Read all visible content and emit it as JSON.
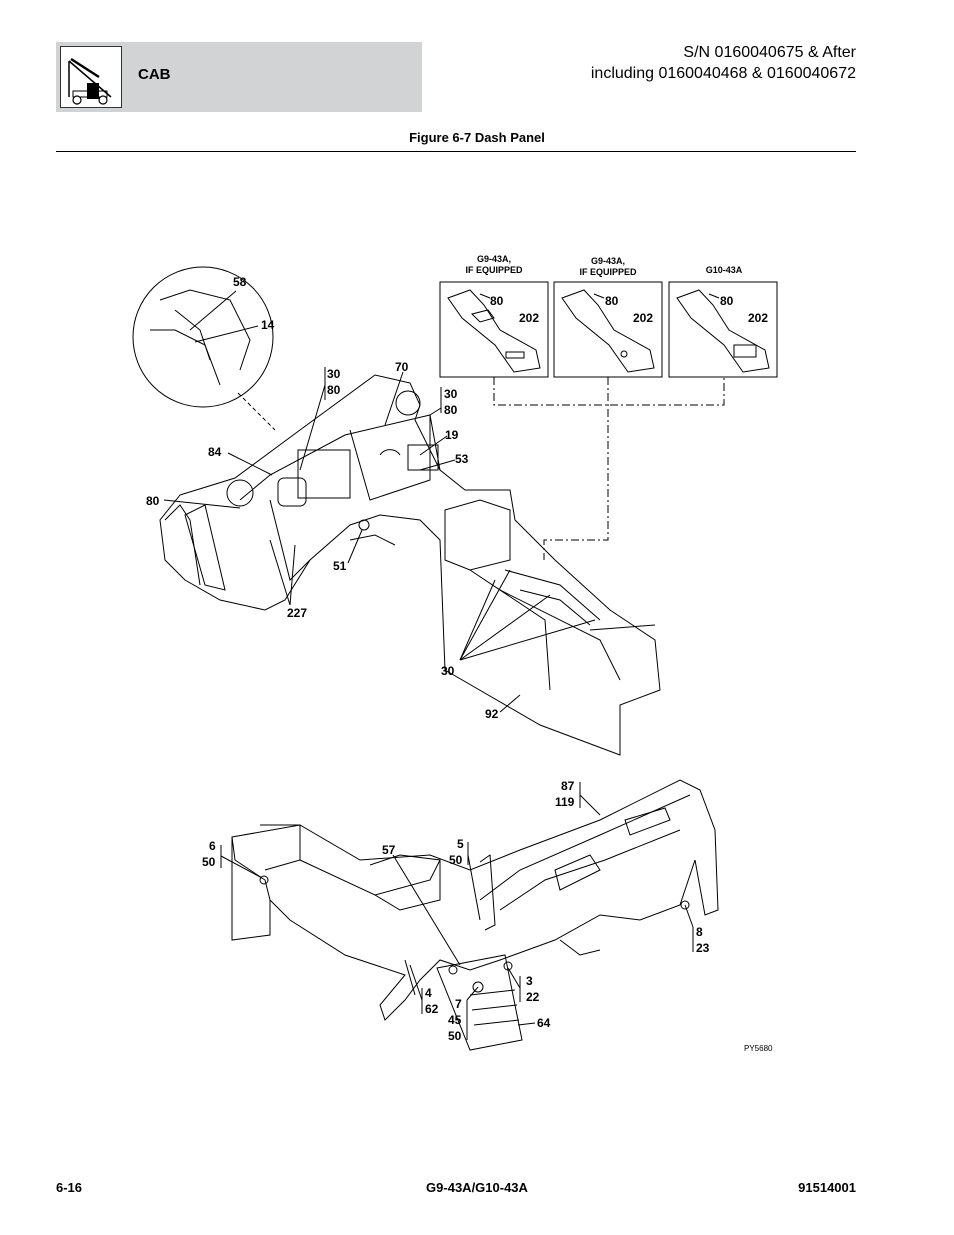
{
  "header": {
    "section_title": "CAB",
    "logo_icon": "telehandler-icon",
    "serial_line1": "S/N 0160040675 & After",
    "serial_line2": "including 0160040468 & 0160040672"
  },
  "figure_title": "Figure 6-7 Dash Panel",
  "variants": [
    {
      "label_line1": "G9-43A,",
      "label_line2": "IF EQUIPPED",
      "callouts": [
        "80",
        "202"
      ]
    },
    {
      "label_line1": "G9-43A,",
      "label_line2": "IF EQUIPPED",
      "callouts": [
        "80",
        "202"
      ]
    },
    {
      "label_line1": "G10-43A",
      "label_line2": "",
      "callouts": [
        "80",
        "202"
      ]
    }
  ],
  "callouts_top": {
    "c58": "58",
    "c14": "14",
    "c30a": "30",
    "c80a": "80",
    "c70": "70",
    "c30b": "30",
    "c80b": "80",
    "c19": "19",
    "c53": "53",
    "c84": "84",
    "c80c": "80",
    "c51": "51",
    "c227": "227",
    "c30c": "30",
    "c92": "92"
  },
  "callouts_bottom": {
    "c87": "87",
    "c119": "119",
    "c6": "6",
    "c50a": "50",
    "c57": "57",
    "c5": "5",
    "c50b": "50",
    "c8": "8",
    "c23": "23",
    "c3": "3",
    "c22": "22",
    "c4": "4",
    "c62": "62",
    "c7": "7",
    "c45": "45",
    "c50c": "50",
    "c64": "64"
  },
  "drawing_code": "PY5680",
  "footer": {
    "page_number": "6-16",
    "model": "G9-43A/G10-43A",
    "part_number": "91514001"
  }
}
